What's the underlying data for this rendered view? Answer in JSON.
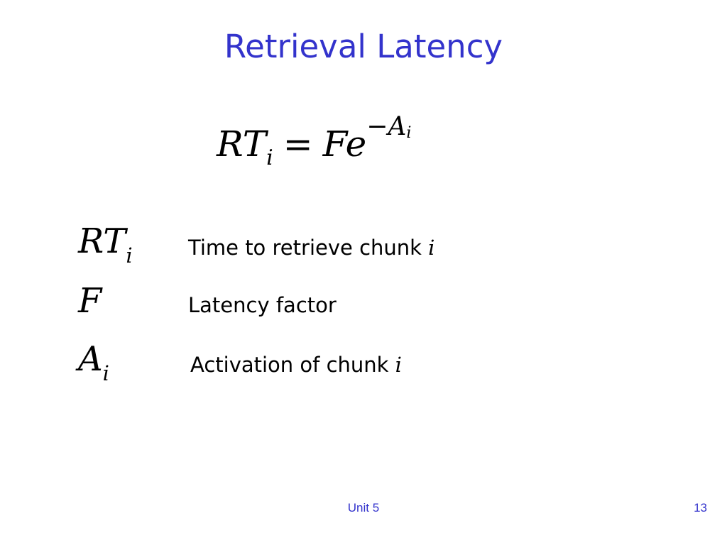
{
  "slide": {
    "title": "Retrieval Latency",
    "equation": {
      "lhs": "RT",
      "lhs_sub": "i",
      "equals": "=",
      "rhs": "Fe",
      "exp": "−A",
      "exp_sub": "i"
    },
    "definitions": [
      {
        "symbol": "RT",
        "symbol_sub": "i",
        "description": "Time to retrieve chunk",
        "variable": "i"
      },
      {
        "symbol": "F",
        "symbol_sub": "",
        "description": "Latency factor",
        "variable": ""
      },
      {
        "symbol": "A",
        "symbol_sub": "i",
        "description": "Activation of chunk",
        "variable": "i"
      }
    ]
  },
  "footer": {
    "center": "Unit 5",
    "page_number": "13"
  }
}
